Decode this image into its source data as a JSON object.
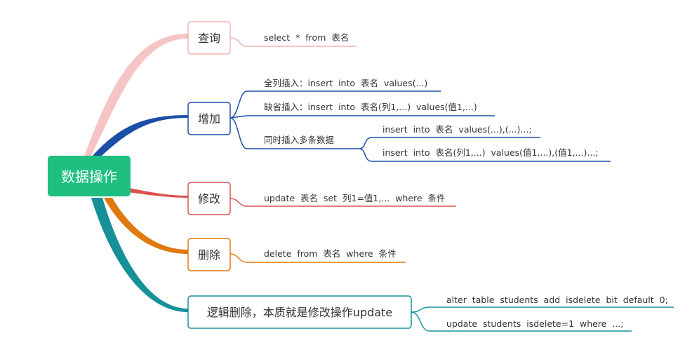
{
  "root": {
    "label": "数据操作",
    "color": "#1fbf80"
  },
  "branches": [
    {
      "id": "query",
      "label": "查询",
      "color": "#f5b6b6",
      "items": [
        {
          "text": "select  *  from  表名"
        }
      ]
    },
    {
      "id": "insert",
      "label": "增加",
      "color": "#1c4fa6",
      "items": [
        {
          "text": "全列插入：insert  into  表名  values(...)"
        },
        {
          "text": "缺省插入：insert  into  表名(列1,...)  values(值1,...)"
        },
        {
          "text": "同时插入多条数据",
          "children": [
            "insert  into  表名  values(...),(...)...;",
            "insert  into  表名(列1,...)  values(值1,...),(值1,...)...;"
          ]
        }
      ]
    },
    {
      "id": "update",
      "label": "修改",
      "color": "#d9534f",
      "items": [
        {
          "text": "update  表名  set  列1=值1,...  where  条件"
        }
      ]
    },
    {
      "id": "delete",
      "label": "删除",
      "color": "#e07a10",
      "items": [
        {
          "text": "delete  from  表名  where  条件"
        }
      ]
    },
    {
      "id": "logical",
      "label": "逻辑删除，本质就是修改操作update",
      "color": "#16919a",
      "items": [
        {
          "text": "alter  table  students  add  isdelete  bit  default  0;"
        },
        {
          "text": "update  students  isdelete=1  where  ...;"
        }
      ]
    }
  ]
}
